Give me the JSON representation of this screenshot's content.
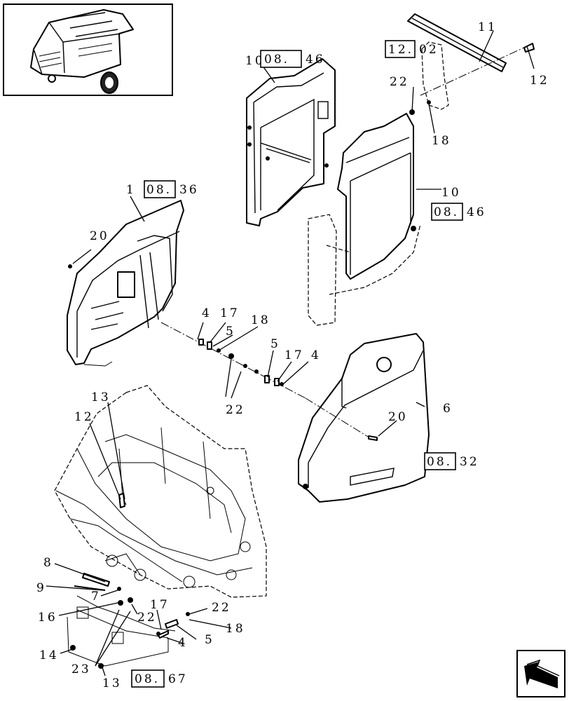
{
  "callouts": {
    "c1": "1",
    "c10a": "10",
    "c10b": "10",
    "c11": "11",
    "c12a": "12",
    "c12b": "12",
    "c13a": "13",
    "c13b": "13",
    "c14": "14",
    "c16": "16",
    "c17a": "17",
    "c17b": "17",
    "c17c": "17",
    "c18a": "18",
    "c18b": "18",
    "c18c": "18",
    "c20a": "20",
    "c20b": "20",
    "c22a": "22",
    "c22b": "22",
    "c22c": "22",
    "c22d": "22",
    "c23": "23",
    "c4a": "4",
    "c4b": "4",
    "c4c": "4",
    "c5a": "5",
    "c5b": "5",
    "c5c": "5",
    "c6": "6",
    "c7": "7",
    "c8": "8",
    "c9": "9"
  },
  "refs": {
    "r1": {
      "box": "08.",
      "num": "46"
    },
    "r2": {
      "box": "12.",
      "num": "02"
    },
    "r3": {
      "box": "08.",
      "num": "36"
    },
    "r4": {
      "box": "08.",
      "num": "46"
    },
    "r5": {
      "box": "08.",
      "num": "32"
    },
    "r6": {
      "box": "08.",
      "num": "67"
    }
  },
  "icons": {
    "thumbnail": "round-baler-thumbnail-icon",
    "nav": "previous-page-arrow-icon"
  }
}
